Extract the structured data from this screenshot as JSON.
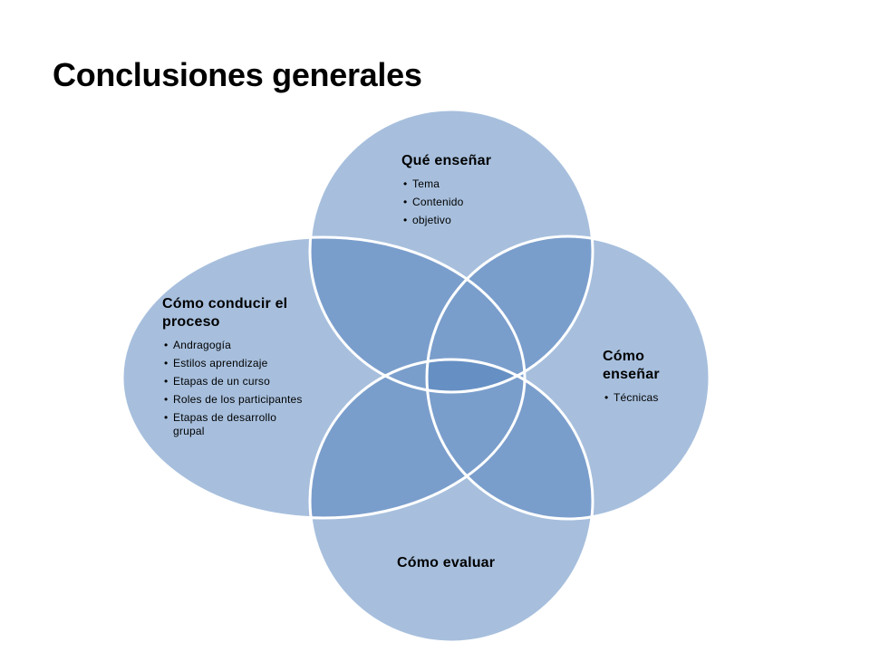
{
  "title": "Conclusiones generales",
  "colors": {
    "fill": "#a7bfdd",
    "overlap": "#7a9ecc",
    "center": "#6690c4",
    "stroke": "#ffffff"
  },
  "diagram": {
    "top": {
      "heading": "Qué enseñar",
      "items": [
        "Tema",
        "Contenido",
        "objetivo"
      ]
    },
    "right": {
      "heading": "Cómo enseñar",
      "items": [
        "Técnicas"
      ]
    },
    "bottom": {
      "heading": "Cómo evaluar",
      "items": []
    },
    "left": {
      "heading": "Cómo conducir el proceso",
      "items": [
        "Andragogía",
        "Estilos aprendizaje",
        "Etapas de un curso",
        "Roles de los participantes",
        "Etapas de desarrollo grupal"
      ]
    }
  }
}
